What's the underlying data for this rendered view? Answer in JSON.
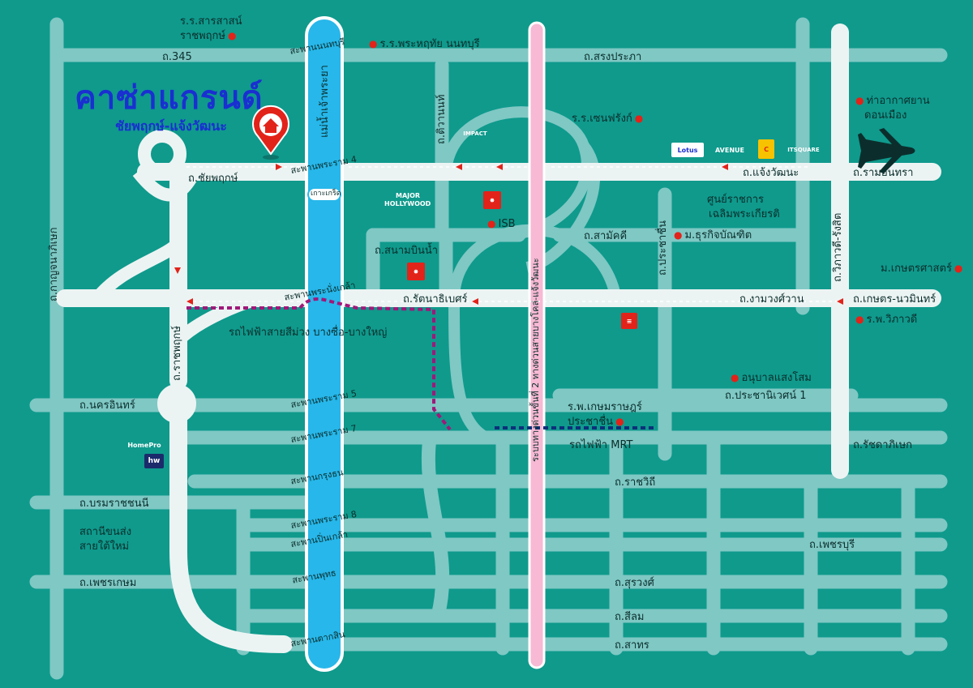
{
  "project": {
    "name": "คาซ่าแกรนด์",
    "location": "ชัยพฤกษ์-แจ้งวัฒนะ"
  },
  "colors": {
    "background": "#0f9a8c",
    "minor_road": "#7fc8c4",
    "major_road": "#ecf4f3",
    "river": "#27b7ea",
    "purple_line": "#a0187a",
    "mrt_line": "#0d2f7a",
    "expressway": "#f7b9d4",
    "marker": "#e2231a",
    "title": "#1a2fd1"
  },
  "river": {
    "name": "แม่น้ำเจ้าพระยา",
    "island": "เกาะเกร็ด"
  },
  "bridges": [
    "สะพานนนทบุรี",
    "สะพานพระราม 4",
    "สะพานพระนั่งเกล้า",
    "สะพานพระราม 5",
    "สะพานพระราม 7",
    "สะพานกรุงธน",
    "สะพานพระราม 8",
    "สะพานปิ่นเกล้า",
    "สะพานพุทธ",
    "สะพานตากสิน"
  ],
  "roads": {
    "r345": "ถ.345",
    "songprapa": "ถ.สรงประภา",
    "chaiyapruek": "ถ.ชัยพฤกษ์",
    "chaengwattana": "ถ.แจ้งวัฒนะ",
    "ramintra": "ถ.รามอินทรา",
    "tiwanon": "ถ.ติวานนท์",
    "samakkhi": "ถ.สามัคคี",
    "sanambinnam": "ถ.สนามบินน้ำ",
    "rattanathibet": "ถ.รัตนาธิเบศร์",
    "ngamwongwan": "ถ.งามวงศ์วาน",
    "kaset_nawamin": "ถ.เกษตร-นวมินทร์",
    "prachachuen": "ถ.ประชาชื่น",
    "vibhavadi": "ถ.วิภาวดี-รังสิต",
    "kanchanaphisek": "ถ.กาญจนาภิเษก",
    "ratchaphruek": "ถ.ราชพฤกษ์",
    "nakhon_in": "ถ.นครอินทร์",
    "prachanukul1": "ถ.ประชานิเวศน์ 1",
    "ratchadaphisek": "ถ.รัชดาภิเษก",
    "ratchawithi": "ถ.ราชวิถี",
    "boromratchachonnani": "ถ.บรมราชชนนี",
    "phetchaburi": "ถ.เพชรบุรี",
    "phetkasem": "ถ.เพชรเกษม",
    "surawong": "ถ.สุรวงศ์",
    "silom": "ถ.สีลม",
    "sathorn": "ถ.สาทร",
    "expressway": "ระบบทางด่วนขั้นที่ 2 ทางด่วนสายบางโคล่-แจ้งวัฒนะ"
  },
  "transit": {
    "purple": "รถไฟฟ้าสายสีม่วง บางซื่อ-บางใหญ่",
    "mrt": "รถไฟฟ้า MRT"
  },
  "places": {
    "saraswat_line1": "ร.ร.สารสาสน์",
    "saraswat_line2": "ราชพฤกษ์",
    "prathai": "ร.ร.พระหฤทัย นนทบุรี",
    "stfrancis": "ร.ร.เซนฟรังก์",
    "airport_line1": "ท่าอากาศยาน",
    "airport_line2": "ดอนเมือง",
    "govcenter_line1": "ศูนย์ราชการ",
    "govcenter_line2": "เฉลิมพระเกียรติ",
    "dpu": "ม.ธุรกิจบัณฑิต",
    "kasetsart": "ม.เกษตรศาสตร์",
    "vibhavadi_hosp": "ร.พ.วิภาวดี",
    "anuban": "อนุบาลแสงโสม",
    "kasemrad_line1": "ร.พ.เกษมราษฎร์",
    "kasemrad_line2": "ประชาชื่น",
    "bus_terminal_line1": "สถานีขนส่ง",
    "bus_terminal_line2": "สายใต้ใหม่",
    "isb": "ISB",
    "impact": "IMPACT",
    "major_line1": "MAJOR",
    "major_line2": "HOLLYWOOD",
    "lotus": "Lotus",
    "avenue": "AVENUE",
    "itsquare": "ITSQUARE",
    "homepro": "HomePro",
    "hw": "hw"
  }
}
